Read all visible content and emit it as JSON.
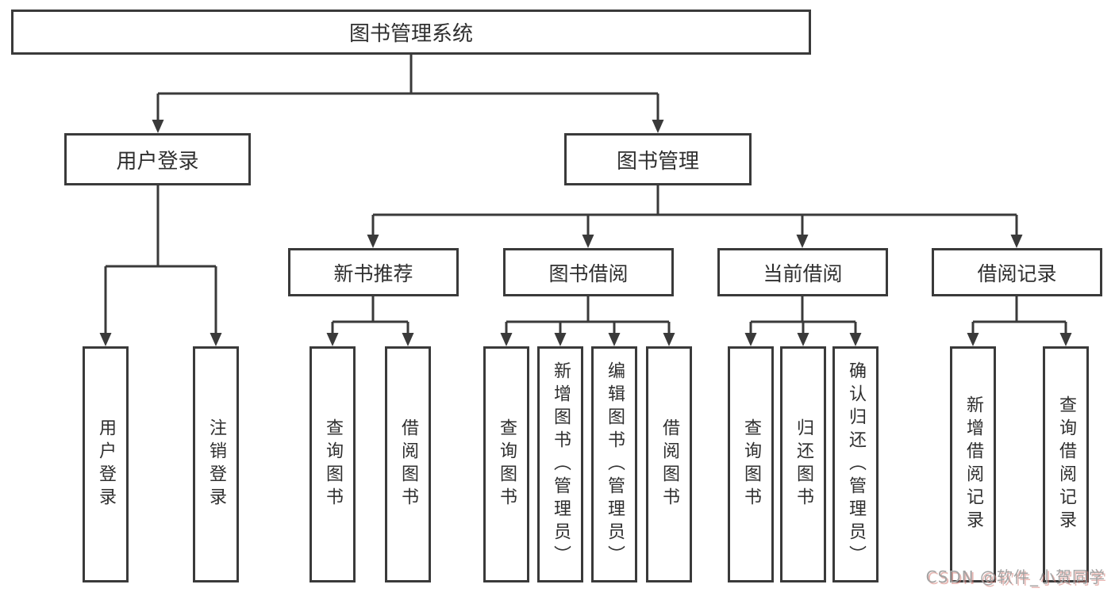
{
  "nodes": {
    "root": {
      "label": "图书管理系统"
    },
    "level2": [
      {
        "label": "用户登录"
      },
      {
        "label": "图书管理"
      }
    ],
    "level3": [
      {
        "label": "新书推荐",
        "parent": "图书管理"
      },
      {
        "label": "图书借阅",
        "parent": "图书管理"
      },
      {
        "label": "当前借阅",
        "parent": "图书管理"
      },
      {
        "label": "借阅记录",
        "parent": "图书管理"
      }
    ],
    "leaves": [
      {
        "label": "用户登录",
        "parent": "用户登录"
      },
      {
        "label": "注销登录",
        "parent": "用户登录"
      },
      {
        "label": "查询图书",
        "parent": "新书推荐"
      },
      {
        "label": "借阅图书",
        "parent": "新书推荐"
      },
      {
        "label": "查询图书",
        "parent": "图书借阅"
      },
      {
        "label": "新增图书（管理员）",
        "parent": "图书借阅"
      },
      {
        "label": "编辑图书（管理员）",
        "parent": "图书借阅"
      },
      {
        "label": "借阅图书",
        "parent": "图书借阅"
      },
      {
        "label": "查询图书",
        "parent": "当前借阅"
      },
      {
        "label": "归还图书",
        "parent": "当前借阅"
      },
      {
        "label": "确认归还（管理员）",
        "parent": "当前借阅"
      },
      {
        "label": "新增借阅记录",
        "parent": "借阅记录"
      },
      {
        "label": "查询借阅记录",
        "parent": "借阅记录"
      }
    ]
  },
  "watermark": {
    "text": "CSDN @软件_小贺同学"
  },
  "colors": {
    "line": "#3a3a3a",
    "text": "#2f2f2f",
    "background": "#ffffff",
    "watermark": "#a3a3a3",
    "watermark_shadow": "#d57d76"
  }
}
